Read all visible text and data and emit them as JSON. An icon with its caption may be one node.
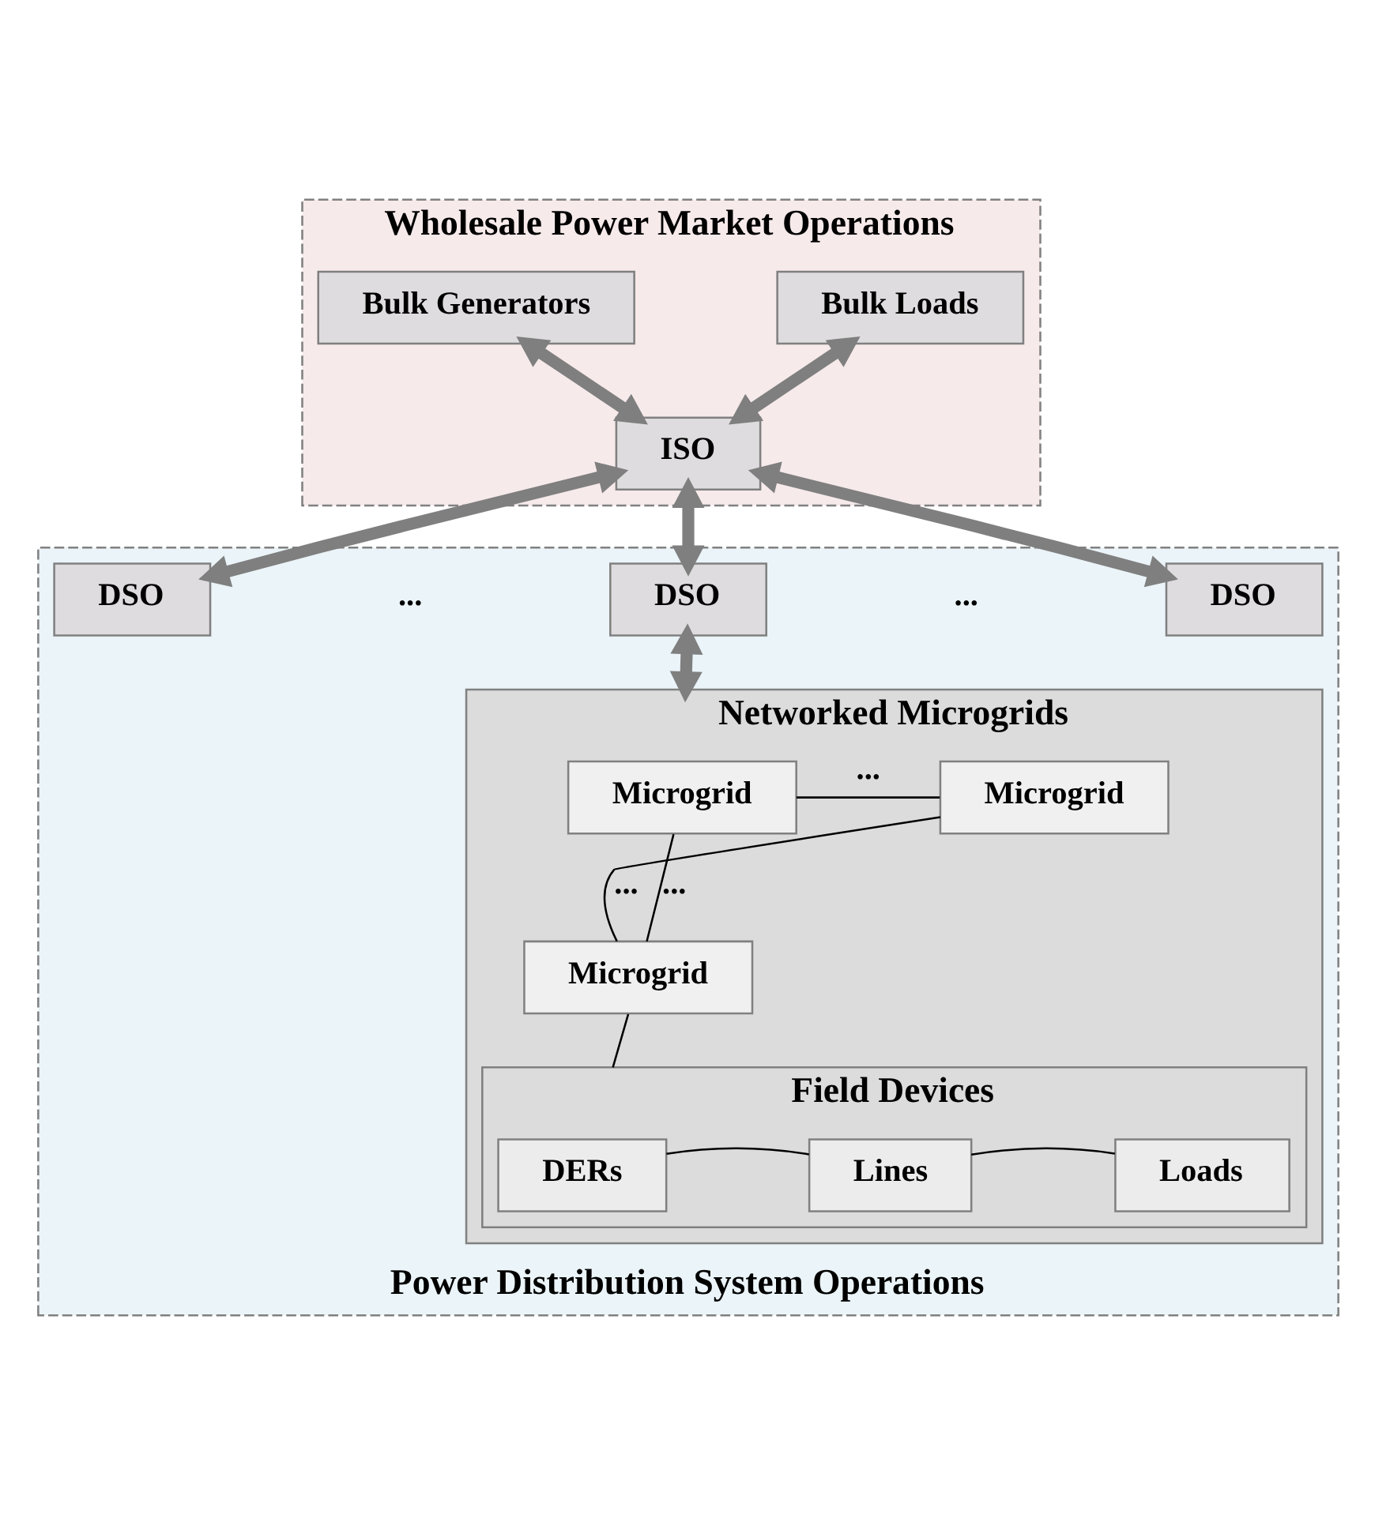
{
  "diagram": {
    "nodes": [
      {
        "text": [
          "Wholesale Power Market Operations"
        ]
      },
      {
        "text": [
          "Bulk Generators"
        ],
        "in": 0
      },
      {
        "text": [
          "Bulk Loads"
        ],
        "in": 0
      },
      {
        "text": [
          "ISO"
        ],
        "in": 0
      },
      {
        "text": [
          "Power Distribution System Operations"
        ]
      },
      {
        "text": [
          "DSO"
        ],
        "in": 4
      },
      {
        "text": [
          "DSO"
        ],
        "in": 4
      },
      {
        "text": [
          "DSO"
        ],
        "in": 4
      },
      {
        "text": [
          "Networked Microgrids"
        ],
        "in": 4
      },
      {
        "text": [
          "Microgrid"
        ],
        "in": 8
      },
      {
        "text": [
          "Microgrid"
        ],
        "in": 8
      },
      {
        "text": [
          "Microgrid"
        ],
        "in": 8
      },
      {
        "text": [
          "Field Devices"
        ],
        "in": 8
      },
      {
        "text": [
          "DERs"
        ],
        "in": 12
      },
      {
        "text": [
          "Lines"
        ],
        "in": 12
      },
      {
        "text": [
          "Loads"
        ],
        "in": 12
      }
    ],
    "edges": [
      {
        "from": 1,
        "to": 3,
        "arrow": "both",
        "style": "thick",
        "color": "#7f7f7f"
      },
      {
        "from": 2,
        "to": 3,
        "arrow": "both",
        "style": "thick",
        "color": "#7f7f7f"
      },
      {
        "from": 3,
        "to": 5,
        "arrow": "both",
        "style": "thick",
        "color": "#7f7f7f"
      },
      {
        "from": 3,
        "to": 6,
        "arrow": "both",
        "style": "thick",
        "color": "#7f7f7f"
      },
      {
        "from": 3,
        "to": 7,
        "arrow": "both",
        "style": "thick",
        "color": "#7f7f7f"
      },
      {
        "from": 6,
        "to": 8,
        "arrow": "both",
        "style": "thick",
        "color": "#7f7f7f"
      },
      {
        "from": 9,
        "to": 10,
        "arrow": "none",
        "label": "...",
        "color": "#000000"
      },
      {
        "from": 9,
        "to": 11,
        "arrow": "none",
        "label": "...",
        "color": "#000000"
      },
      {
        "from": 11,
        "to": 10,
        "arrow": "none",
        "label": "...",
        "color": "#000000"
      },
      {
        "from": 11,
        "to": 12,
        "arrow": "none",
        "color": "#000000"
      },
      {
        "from": 13,
        "to": 14,
        "arrow": "none",
        "color": "#000000"
      },
      {
        "from": 14,
        "to": 15,
        "arrow": "none",
        "color": "#000000"
      }
    ],
    "labels": [
      "...",
      "..."
    ]
  }
}
